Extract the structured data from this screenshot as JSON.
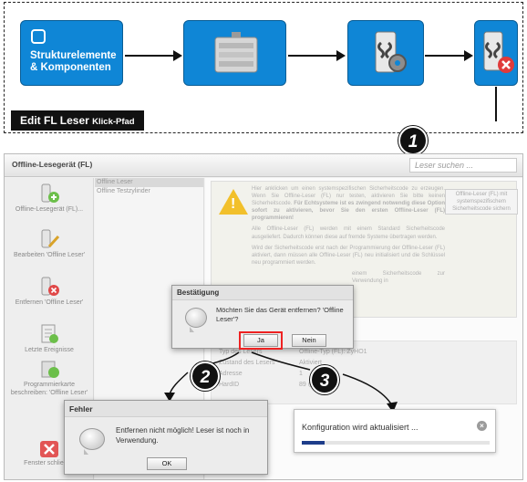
{
  "flow": {
    "step1_label": "Strukturelemente & Komponenten",
    "path_label_main": "Edit FL Leser",
    "path_label_sub": "Klick-Pfad",
    "callouts": [
      "1",
      "2",
      "3"
    ]
  },
  "window": {
    "title": "Offline-Lesegerät (FL)",
    "search_placeholder": "Leser suchen ..."
  },
  "sidebar": {
    "items": [
      {
        "label": "Offline-Lesegerät (FL)...",
        "icon": "reader-add-icon"
      },
      {
        "label": "Bearbeiten 'Offline Leser'",
        "icon": "reader-edit-icon"
      },
      {
        "label": "Entfernen 'Offline Leser'",
        "icon": "reader-remove-icon"
      },
      {
        "label": "Letzte Ereignisse",
        "icon": "events-icon"
      },
      {
        "label": "Programmierkarte beschreiben: 'Offline Leser'",
        "icon": "program-card-icon"
      },
      {
        "label": "Fenster schließen",
        "icon": "close-window-icon"
      }
    ]
  },
  "list": {
    "items": [
      "Offline Leser",
      "Offline Testzylinder"
    ]
  },
  "warning": {
    "p1": "Hier anklicken um einen systemspezifischen Sicherheitscode zu erzeugen. Wenn Sie Offline-Leser (FL) nur testen, aktivieren Sie bitte keinen Sicherheitscode.",
    "p1_bold": "Für Echtsysteme ist es zwingend notwendig diese Option sofort zu aktivieren, bevor Sie den ersten Offline-Leser (FL) programmieren!",
    "p2": "Alle Offline-Leser (FL) werden mit einem Standard Sicherheitscode ausgeliefert. Dadurch können diese auf fremde Systeme übertragen werden.",
    "p3": "Wird der Sicherheitscode erst nach der Programmierung der Offline-Leser (FL) aktiviert, dann müssen alle Offline-Leser (FL) neu initialisiert und die Schlüssel neu programmiert werden.",
    "p4": "einem Sicherheitscode zur Verwendung in",
    "button": "Offline-Leser (FL) mit systemspezifischem Sicherheitscode sichern"
  },
  "props": {
    "rows": [
      {
        "label": "Typ des Lesers",
        "value": "Offline-Typ (FL): ZyHO1"
      },
      {
        "label": "Zustand des Lesers",
        "value": "Aktiviert"
      },
      {
        "label": "Adresse",
        "value": "1"
      },
      {
        "label": "HardID",
        "value": "89 @57..."
      }
    ]
  },
  "confirm_dialog": {
    "title": "Bestätigung",
    "message": "Möchten Sie das Gerät entfernen? 'Offline Leser'?",
    "yes": "Ja",
    "no": "Nein"
  },
  "error_dialog": {
    "title": "Fehler",
    "message": "Entfernen nicht möglich! Leser ist noch in Verwendung.",
    "ok": "OK"
  },
  "progress_popup": {
    "message": "Konfiguration wird aktualisiert ...",
    "progress": 0.12
  },
  "colors": {
    "step_blue": "#0f86d6",
    "warning_yellow": "#f2c02b",
    "highlight_red": "#e22222"
  }
}
